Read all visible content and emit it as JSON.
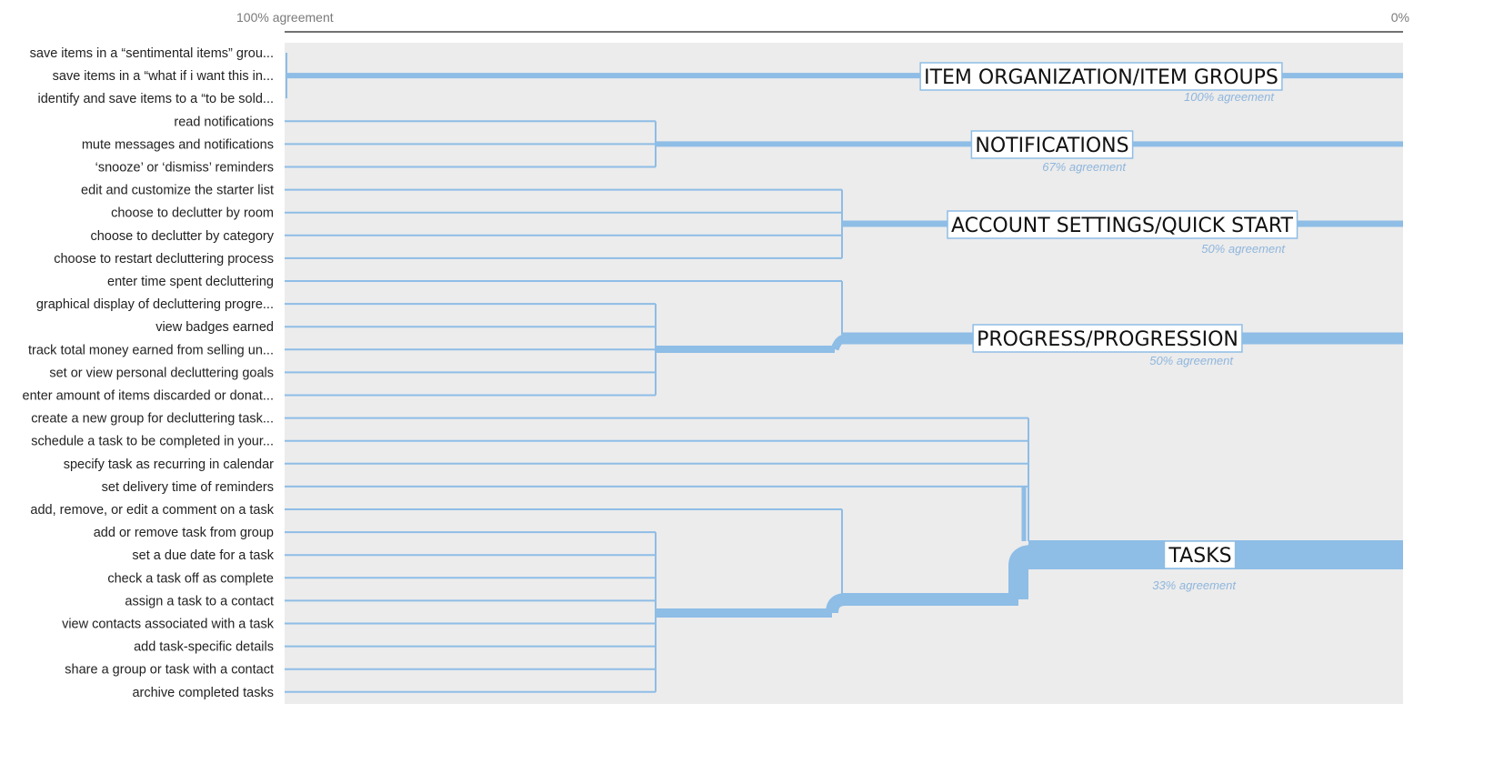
{
  "axis": {
    "left_label": "100% agreement",
    "right_label": "0%"
  },
  "colors": {
    "panel": "#ececec",
    "branch": "#8ebde6",
    "label_text": "#222222",
    "agreement_text": "#8fb6dd"
  },
  "leaves": [
    "save items in a “sentimental items” grou...",
    "save items in a “what if i want this in...",
    "identify and save items to a “to be sold...",
    "read notifications",
    "mute messages and notifications",
    "‘snooze’ or ‘dismiss’ reminders",
    "edit and customize the starter list",
    "choose to declutter by room",
    "choose to declutter by category",
    "choose to restart decluttering process",
    "enter time spent decluttering",
    "graphical display of decluttering progre...",
    "view badges earned",
    "track total money earned from selling un...",
    "set or view personal decluttering goals",
    "enter amount of items discarded or donat...",
    "create a new group for decluttering task...",
    "schedule a task to be completed in your...",
    "specify task as recurring in calendar",
    "set delivery time of reminders",
    "add, remove, or edit a comment on a task",
    "add or remove task from group",
    "set a due date for a task",
    "check a task off as complete",
    "assign a task to a contact",
    "view contacts associated with a task",
    "add task-specific details",
    "share a group or task with a contact",
    "archive completed tasks"
  ],
  "clusters": [
    {
      "name": "ITEM ORGANIZATION/ITEM GROUPS",
      "agreement": "100% agreement",
      "agreement_value": 100
    },
    {
      "name": "NOTIFICATIONS",
      "agreement": "67% agreement",
      "agreement_value": 67
    },
    {
      "name": "ACCOUNT SETTINGS/QUICK START",
      "agreement": "50% agreement",
      "agreement_value": 50
    },
    {
      "name": "PROGRESS/PROGRESSION",
      "agreement": "50% agreement",
      "agreement_value": 50
    },
    {
      "name": "TASKS",
      "agreement": "33% agreement",
      "agreement_value": 33
    }
  ]
}
